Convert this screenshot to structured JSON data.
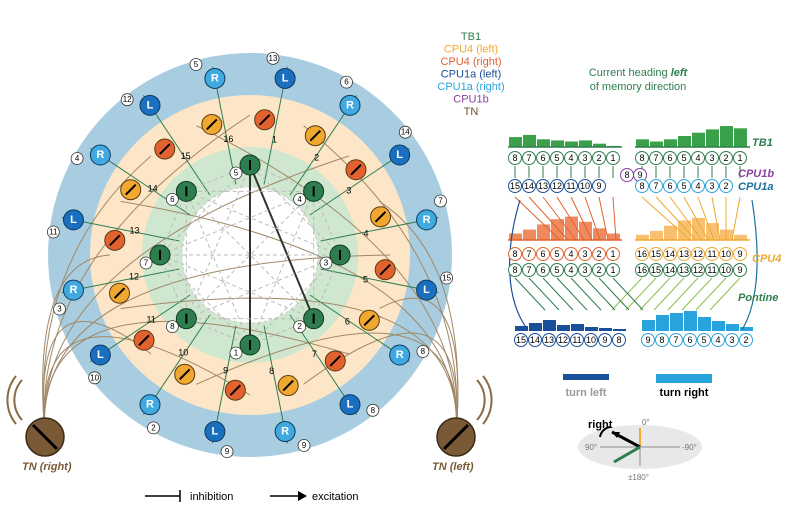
{
  "legend_types": [
    {
      "text": "TB1",
      "color": "#2e7d4f"
    },
    {
      "text": "CPU4 (left)",
      "color": "#f0a830"
    },
    {
      "text": "CPU4 (right)",
      "color": "#e2622f"
    },
    {
      "text": "CPU1a (left)",
      "color": "#1a4f9a"
    },
    {
      "text": "CPU1a (right)",
      "color": "#29a3dc"
    },
    {
      "text": "CPU1b",
      "color": "#8a3f9e"
    },
    {
      "text": "TN",
      "color": "#6b4e2e"
    }
  ],
  "heading_caption": {
    "line1_prefix": "Current heading ",
    "line1_emph": "left",
    "line2": "of memory direction"
  },
  "row_labels": {
    "tb1": "TB1",
    "cpu1b": "CPU1b",
    "cpu1a": "CPU1a",
    "cpu4": "CPU4",
    "pontine": "Pontine"
  },
  "tn_labels": {
    "right": "TN (right)",
    "left": "TN (left)"
  },
  "bottom_legend": {
    "inhibition": "inhibition",
    "excitation": "excitation"
  },
  "turn_labels": {
    "left": "turn left",
    "right": "turn right"
  },
  "compass": {
    "right_label": "right",
    "top": "0°",
    "left_deg": "90°",
    "right_deg": "-90°",
    "bottom": "±180°"
  },
  "ring_letters": {
    "left": "L",
    "right": "R"
  },
  "tb1_row_left": [
    "8",
    "7",
    "6",
    "5",
    "4",
    "3",
    "2",
    "1"
  ],
  "tb1_row_right": [
    "8",
    "7",
    "6",
    "5",
    "4",
    "3",
    "2",
    "1"
  ],
  "cpu1_row_left": [
    "15",
    "14",
    "13",
    "12",
    "11",
    "10",
    "9"
  ],
  "cpu1_row_right": [
    "8",
    "7",
    "6",
    "5",
    "4",
    "3",
    "2"
  ],
  "cpu1b_pair": [
    "8",
    "9"
  ],
  "cpu4_row_left_top": [
    "8",
    "7",
    "6",
    "5",
    "4",
    "3",
    "2",
    "1"
  ],
  "cpu4_row_left_bot": [
    "8",
    "7",
    "6",
    "5",
    "4",
    "3",
    "2",
    "1"
  ],
  "cpu4_row_right_top": [
    "16",
    "15",
    "14",
    "13",
    "12",
    "11",
    "10",
    "9"
  ],
  "cpu4_row_right_bot": [
    "16",
    "15",
    "14",
    "13",
    "12",
    "11",
    "10",
    "9"
  ],
  "out_row_left": [
    "15",
    "14",
    "13",
    "12",
    "11",
    "10",
    "9",
    "8"
  ],
  "out_row_right": [
    "9",
    "8",
    "7",
    "6",
    "5",
    "4",
    "3",
    "2"
  ],
  "tb1_ring": [
    "1",
    "2",
    "3",
    "4",
    "5",
    "6",
    "7",
    "8"
  ],
  "cpu4_ring": [
    "1",
    "2",
    "3",
    "4",
    "5",
    "6",
    "7",
    "8",
    "9",
    "10",
    "11",
    "12",
    "13",
    "14",
    "15",
    "16"
  ],
  "cpu1_ring": [
    {
      "n": "13",
      "side": "L"
    },
    {
      "n": "6",
      "side": "R"
    },
    {
      "n": "14",
      "side": "L"
    },
    {
      "n": "7",
      "side": "R"
    },
    {
      "n": "15",
      "side": "L"
    },
    {
      "n": "8",
      "side": "R"
    },
    {
      "n": "8",
      "side": "L"
    },
    {
      "n": "9",
      "side": "R"
    },
    {
      "n": "9",
      "side": "L"
    },
    {
      "n": "2",
      "side": "R"
    },
    {
      "n": "10",
      "side": "L"
    },
    {
      "n": "3",
      "side": "R"
    },
    {
      "n": "11",
      "side": "L"
    },
    {
      "n": "4",
      "side": "R"
    },
    {
      "n": "12",
      "side": "L"
    },
    {
      "n": "5",
      "side": "R"
    }
  ]
}
